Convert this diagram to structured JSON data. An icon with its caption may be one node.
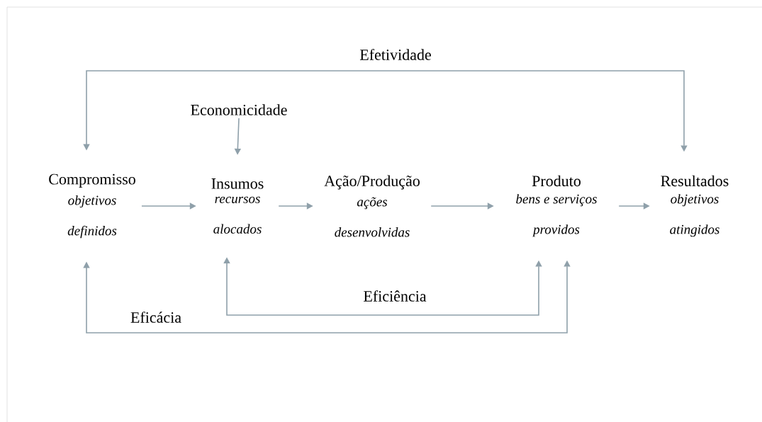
{
  "diagram": {
    "nodes": [
      {
        "text": [
          "Compromisso",
          "objetivos definidos"
        ]
      },
      {
        "text": [
          "Insumos",
          "recursos alocados"
        ]
      },
      {
        "text": [
          "Ação/Produção",
          "ações desenvolvidas"
        ]
      },
      {
        "text": [
          "Produto",
          "bens e serviços providos"
        ]
      },
      {
        "text": [
          "Resultados",
          "objetivos atingidos"
        ]
      },
      {
        "text": [
          "Economicidade"
        ]
      }
    ],
    "edges": [
      {
        "from": 0,
        "to": 1,
        "arrow": "to"
      },
      {
        "from": 1,
        "to": 2,
        "arrow": "to"
      },
      {
        "from": 2,
        "to": 3,
        "arrow": "to"
      },
      {
        "from": 3,
        "to": 4,
        "arrow": "to"
      },
      {
        "from": 0,
        "to": 4,
        "arrow": "both",
        "label": "Efetividade"
      },
      {
        "from": 5,
        "to": 1,
        "arrow": "to"
      },
      {
        "from": 1,
        "to": 3,
        "arrow": "both",
        "label": "Eficiência"
      },
      {
        "from": 0,
        "to": 3,
        "arrow": "both",
        "label": "Eficácia"
      }
    ]
  }
}
